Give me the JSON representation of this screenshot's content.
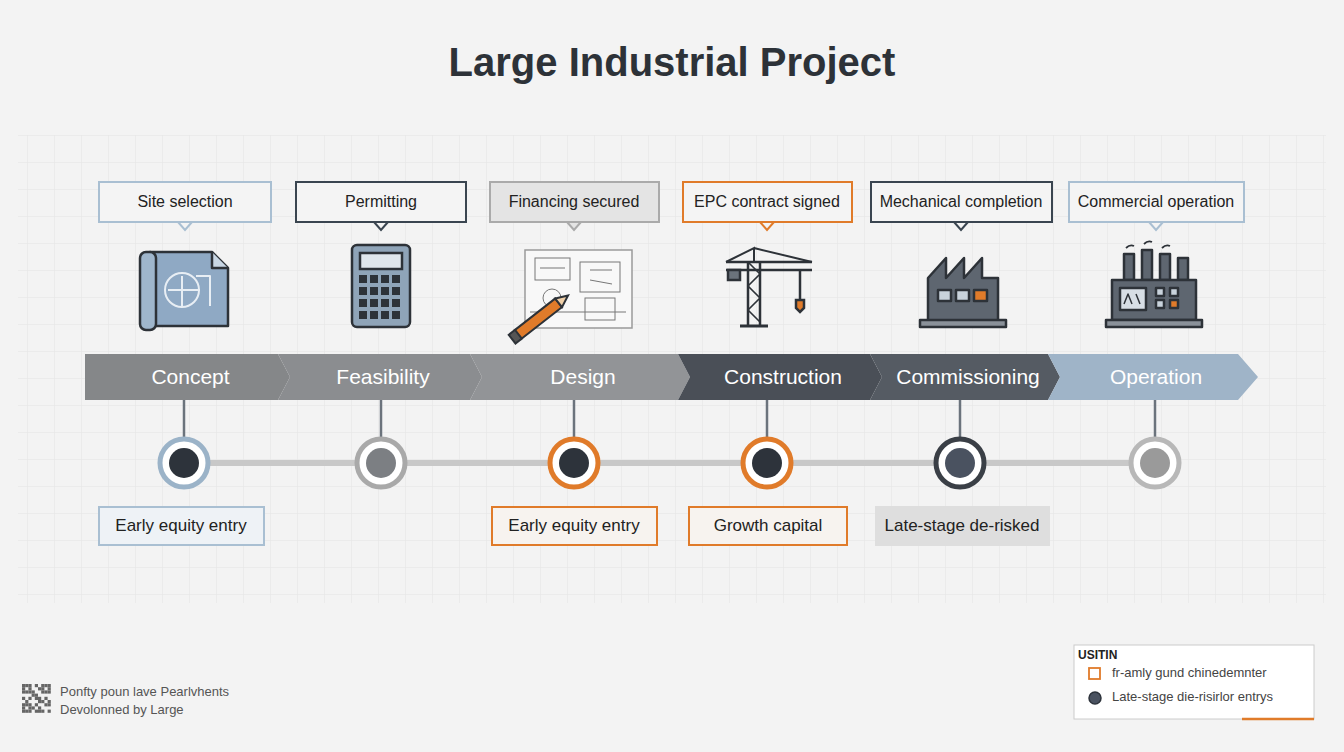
{
  "diagram": {
    "title": "Large Industrial Project",
    "nodes": [
      {
        "text": [
          "Site selection"
        ]
      },
      {
        "text": [
          "Permitting"
        ]
      },
      {
        "text": [
          "Financing secured"
        ]
      },
      {
        "text": [
          "EPC contract signed"
        ]
      },
      {
        "text": [
          "Mechanical completion"
        ]
      },
      {
        "text": [
          "Commercial operation"
        ]
      },
      {
        "text": [
          "Concept"
        ]
      },
      {
        "text": [
          "Feasibility"
        ]
      },
      {
        "text": [
          "Design"
        ]
      },
      {
        "text": [
          "Construction"
        ]
      },
      {
        "text": [
          "Commissioning"
        ]
      },
      {
        "text": [
          "Operation"
        ]
      },
      {
        "text": [
          "Early equity entry"
        ]
      },
      {
        "text": [
          "Early equity entry"
        ]
      },
      {
        "text": [
          "Growth capital"
        ]
      },
      {
        "text": [
          "Late-stage de-risked"
        ]
      }
    ],
    "labels": [
      "USITIN",
      "Ponfty poun lave Pearlvhents",
      "Devolonned by Large"
    ],
    "legend": [
      {
        "text": "fr-amly gund chinedemnter"
      },
      {
        "text": "Late-stage die-risirlor entrys"
      }
    ]
  }
}
